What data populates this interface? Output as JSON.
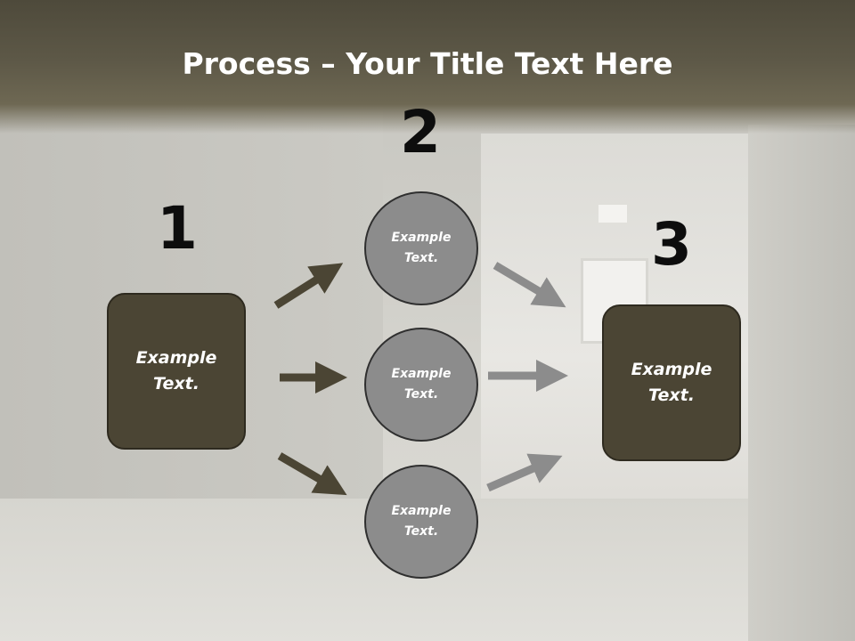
{
  "title": {
    "bold": "Process",
    "rest": " – Your Title Text Here"
  },
  "steps": [
    {
      "number": "1",
      "label": "Example Text."
    },
    {
      "number": "2",
      "circles": [
        "Example Text.",
        "Example Text.",
        "Example Text."
      ]
    },
    {
      "number": "3",
      "label": "Example Text."
    }
  ],
  "colors": {
    "header": "#5d5847",
    "box_fill": "#4b4534",
    "circle_fill": "#8c8c8c",
    "arrow_dark": "#4b4534",
    "arrow_light": "#8c8c8c"
  }
}
